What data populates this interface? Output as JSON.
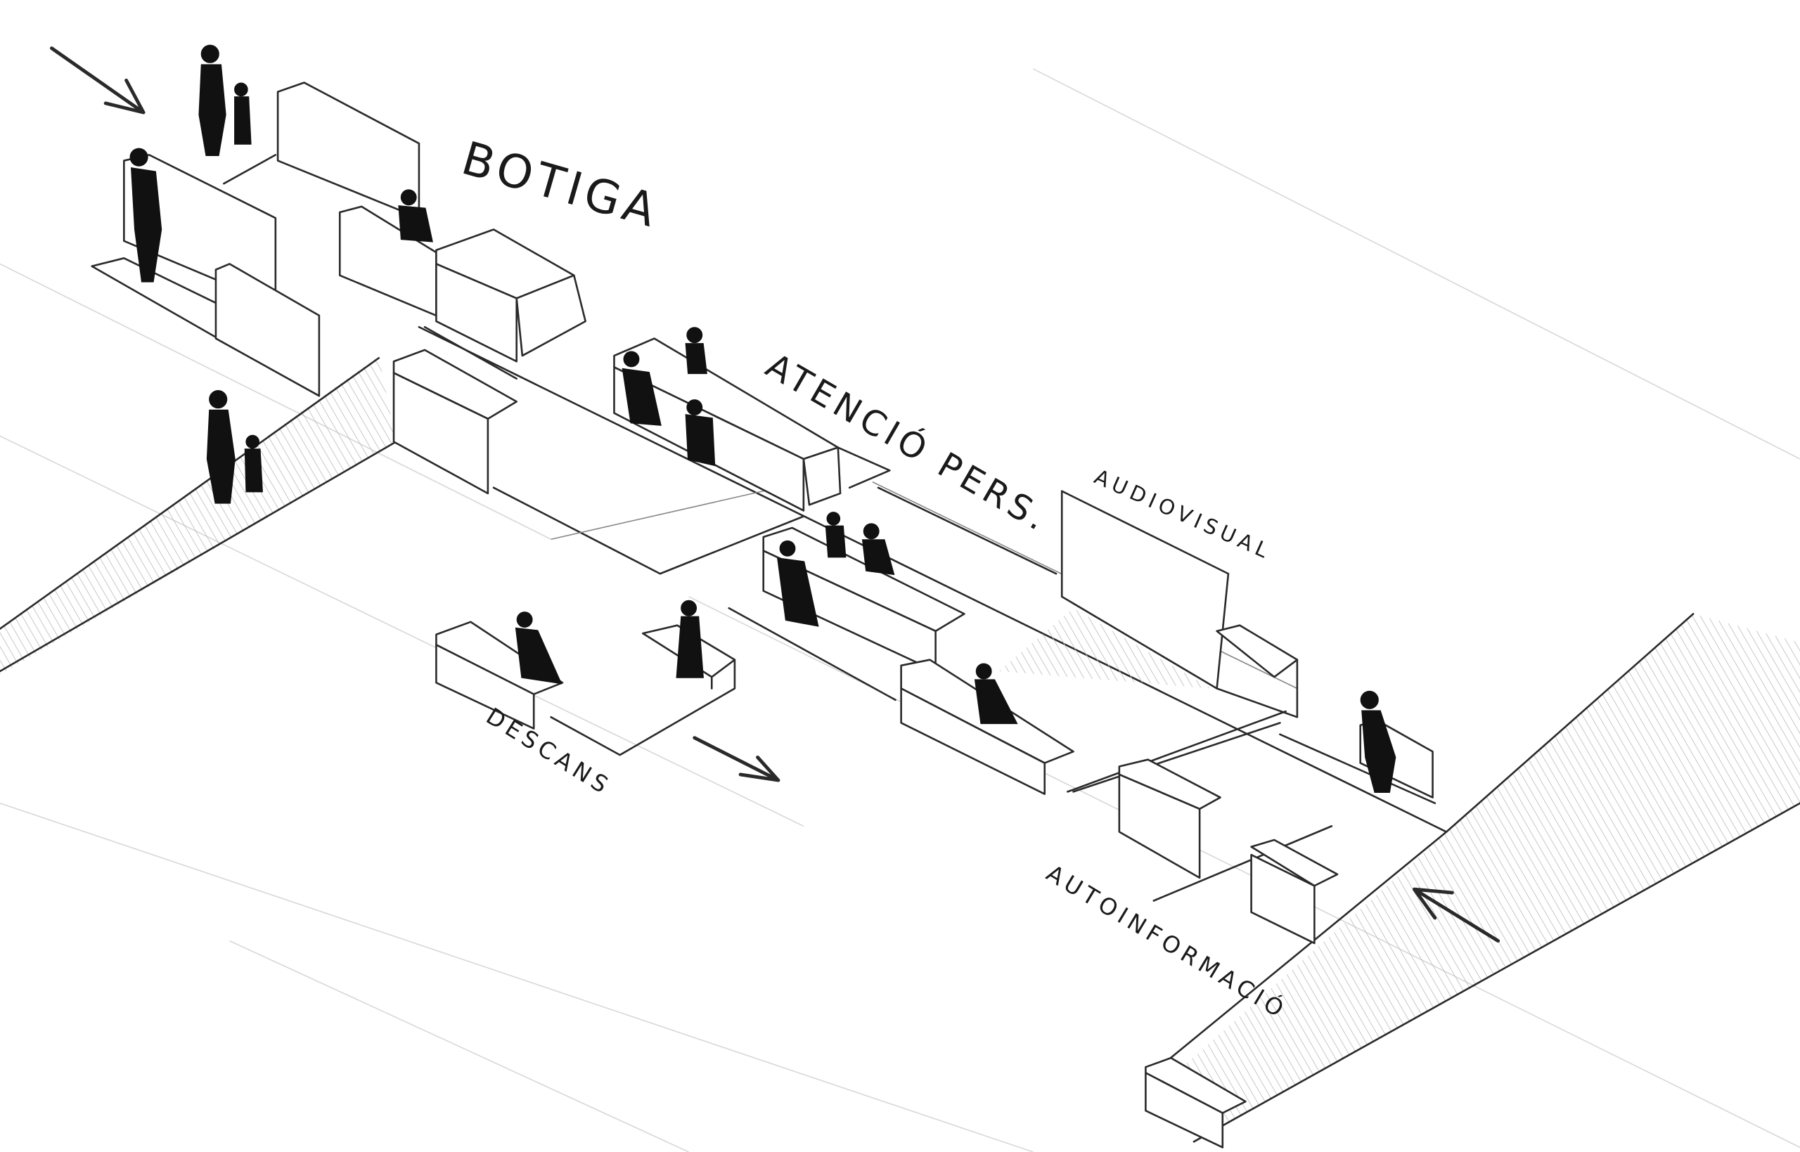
{
  "sketch": {
    "labels": {
      "shop": "BOTIGA",
      "personal_attention": "ATENCIÓ PERS.",
      "audiovisual": "AUDIOVISUAL",
      "rest": "DESCANS",
      "self_information": "AUTOINFORMACIÓ"
    },
    "icons": {
      "flow_arrow": "arrow-icon",
      "person": "person-figure"
    },
    "colors": {
      "ink": "#2a2a2a",
      "paper": "#ffffff"
    }
  }
}
